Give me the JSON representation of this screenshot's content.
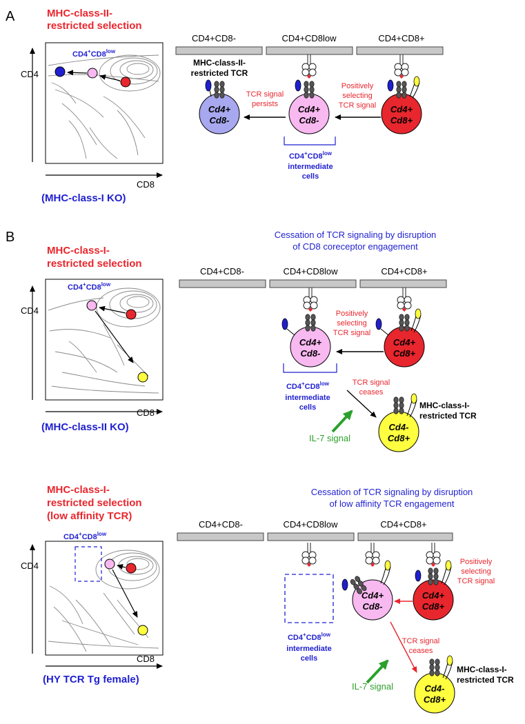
{
  "colors": {
    "red": "#e8262d",
    "blue": "#1f1fd0",
    "green": "#2ca02c",
    "pink": "#f8b8f0",
    "lavender": "#a8a8f0",
    "yellow": "#ffff40",
    "coral": "#f04040"
  },
  "panel_a": {
    "letter": "A",
    "selection_line1": "MHC-class-II-",
    "selection_line2": "restricted selection",
    "plot_y_axis": "CD4",
    "plot_x_axis": "CD8",
    "plot_gate": "CD4",
    "plot_gate_sup1": "+",
    "plot_gate_mid": "CD8",
    "plot_gate_sup2": "low",
    "mouse": "(MHC-class-I KO)",
    "stage1": "CD4+CD8-",
    "stage2": "CD4+CD8low",
    "stage3": "CD4+CD8+",
    "tcr_label_line1": "MHC-class-II-",
    "tcr_label_line2": "restricted TCR",
    "signal_persists_line1": "TCR signal",
    "signal_persists_line2": "persists",
    "pos_sel_line1": "Positively",
    "pos_sel_line2": "selecting",
    "pos_sel_line3": "TCR signal",
    "cell1_line1": "Cd4+",
    "cell1_line2": "Cd8-",
    "cell2_line1": "Cd4+",
    "cell2_line2": "Cd8-",
    "cell3_line1": "Cd4+",
    "cell3_line2": "Cd8+",
    "intermediate_top": "CD4",
    "intermediate_sup1": "+",
    "intermediate_mid": "CD8",
    "intermediate_sup2": "low",
    "intermediate_line2": "intermediate",
    "intermediate_line3": "cells"
  },
  "panel_b": {
    "letter": "B",
    "title_line1": "Cessation of TCR signaling by disruption",
    "title_line2": "of CD8 coreceptor engagement",
    "selection_line1": "MHC-class-I-",
    "selection_line2": "restricted selection",
    "plot_y_axis": "CD4",
    "plot_x_axis": "CD8",
    "plot_gate": "CD4",
    "plot_gate_sup1": "+",
    "plot_gate_mid": "CD8",
    "plot_gate_sup2": "low",
    "mouse": "(MHC-class-II KO)",
    "stage1": "CD4+CD8-",
    "stage2": "CD4+CD8low",
    "stage3": "CD4+CD8+",
    "pos_sel_line1": "Positively",
    "pos_sel_line2": "selecting",
    "pos_sel_line3": "TCR signal",
    "cell2_line1": "Cd4+",
    "cell2_line2": "Cd8-",
    "cell3_line1": "Cd4+",
    "cell3_line2": "Cd8+",
    "cell4_line1": "Cd4-",
    "cell4_line2": "Cd8+",
    "intermediate_top": "CD4",
    "intermediate_sup1": "+",
    "intermediate_mid": "CD8",
    "intermediate_sup2": "low",
    "intermediate_line2": "intermediate",
    "intermediate_line3": "cells",
    "ceases_line1": "TCR signal",
    "ceases_line2": "ceases",
    "tcr_label_line1": "MHC-class-I-",
    "tcr_label_line2": "restricted TCR",
    "il7": "IL-7 signal"
  },
  "panel_c": {
    "title_line1": "Cessation of TCR signaling by disruption",
    "title_line2": "of low affinity TCR engagement",
    "selection_line1": "MHC-class-I-",
    "selection_line2": "restricted selection",
    "selection_line3": "(low affinity TCR)",
    "plot_y_axis": "CD4",
    "plot_x_axis": "CD8",
    "plot_gate": "CD4",
    "plot_gate_sup1": "+",
    "plot_gate_mid": "CD8",
    "plot_gate_sup2": "low",
    "mouse": "(HY TCR Tg female)",
    "stage1": "CD4+CD8-",
    "stage2": "CD4+CD8low",
    "stage3": "CD4+CD8+",
    "pos_sel_line1": "Positively",
    "pos_sel_line2": "selecting",
    "pos_sel_line3": "TCR signal",
    "cell2_line1": "Cd4+",
    "cell2_line2": "Cd8-",
    "cell3_line1": "Cd4+",
    "cell3_line2": "Cd8+",
    "cell4_line1": "Cd4-",
    "cell4_line2": "Cd8+",
    "intermediate_top": "CD4",
    "intermediate_sup1": "+",
    "intermediate_mid": "CD8",
    "intermediate_sup2": "low",
    "intermediate_line2": "intermediate",
    "intermediate_line3": "cells",
    "ceases_line1": "TCR signal",
    "ceases_line2": "ceases",
    "tcr_label_line1": "MHC-class-I-",
    "tcr_label_line2": "restricted TCR",
    "il7": "IL-7 signal"
  }
}
